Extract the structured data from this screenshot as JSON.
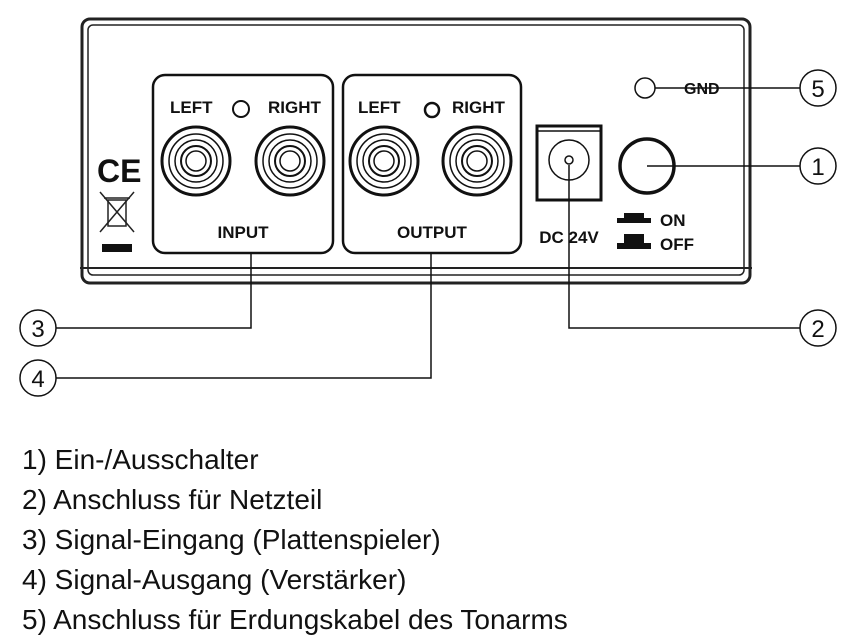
{
  "panel": {
    "input_left": "LEFT",
    "input_right": "RIGHT",
    "input_label": "INPUT",
    "output_left": "LEFT",
    "output_right": "RIGHT",
    "output_label": "OUTPUT",
    "dc_label": "DC 24V",
    "gnd_label": "GND",
    "on_label": "ON",
    "off_label": "OFF",
    "ce_mark": "CE"
  },
  "callouts": [
    "1",
    "2",
    "3",
    "4",
    "5"
  ],
  "legend": [
    "1) Ein-/Ausschalter",
    "2) Anschluss für Netzteil",
    "3) Signal-Eingang (Plattenspieler)",
    "4) Signal-Ausgang (Verstärker)",
    "5) Anschluss für Erdungskabel des Tonarms"
  ]
}
